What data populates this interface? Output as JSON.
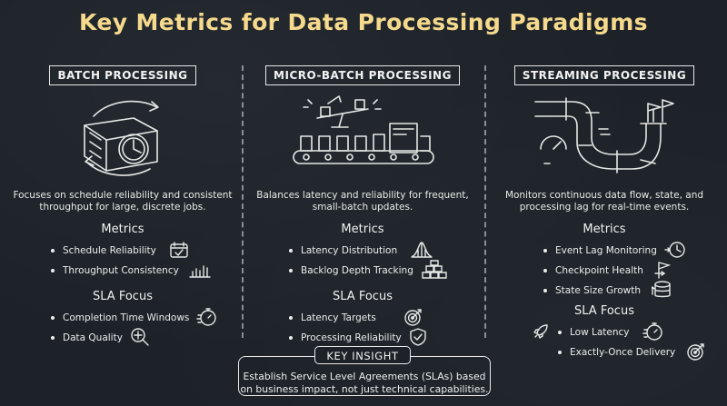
{
  "title": "Key Metrics for Data Processing Paradigms",
  "columns": [
    {
      "heading": "BATCH PROCESSING",
      "description": "Focuses on schedule reliability and consistent throughput for large, discrete jobs.",
      "metrics_title": "Metrics",
      "metrics": [
        {
          "label": "Schedule Reliability",
          "icon": "calendar-check-icon"
        },
        {
          "label": "Throughput Consistency",
          "icon": "bar-chart-icon"
        }
      ],
      "sla_title": "SLA Focus",
      "sla": [
        {
          "label": "Completion Time Windows",
          "icon": "stopwatch-icon"
        },
        {
          "label": "Data Quality",
          "icon": "magnifier-icon"
        }
      ]
    },
    {
      "heading": "MICRO-BATCH PROCESSING",
      "description": "Balances latency and reliability for frequent, small-batch updates.",
      "metrics_title": "Metrics",
      "metrics": [
        {
          "label": "Latency Distribution",
          "icon": "distribution-curve-icon"
        },
        {
          "label": "Backlog Depth Tracking",
          "icon": "stacked-boxes-icon"
        }
      ],
      "sla_title": "SLA Focus",
      "sla": [
        {
          "label": "Latency Targets",
          "icon": "target-icon"
        },
        {
          "label": "Processing Reliability",
          "icon": "shield-check-icon"
        }
      ]
    },
    {
      "heading": "STREAMING PROCESSING",
      "description": "Monitors continuous data flow, state, and processing lag for real-time events.",
      "metrics_title": "Metrics",
      "metrics": [
        {
          "label": "Event Lag Monitoring",
          "icon": "clock-arrow-icon"
        },
        {
          "label": "Checkpoint Health",
          "icon": "flag-icon"
        },
        {
          "label": "State Size Growth",
          "icon": "database-icon"
        }
      ],
      "sla_title": "SLA Focus",
      "sla": [
        {
          "label": "Low Latency",
          "icon": "stopwatch-icon"
        },
        {
          "label": "Exactly-Once Delivery",
          "icon": "target-icon"
        }
      ]
    }
  ],
  "insight": {
    "tag": "KEY INSIGHT",
    "text": "Establish Service Level Agreements (SLAs) based on business impact, not just technical capabilities."
  },
  "colors": {
    "background": "#1c2228",
    "title": "#f5d98c",
    "chalk": "#eceeed"
  }
}
